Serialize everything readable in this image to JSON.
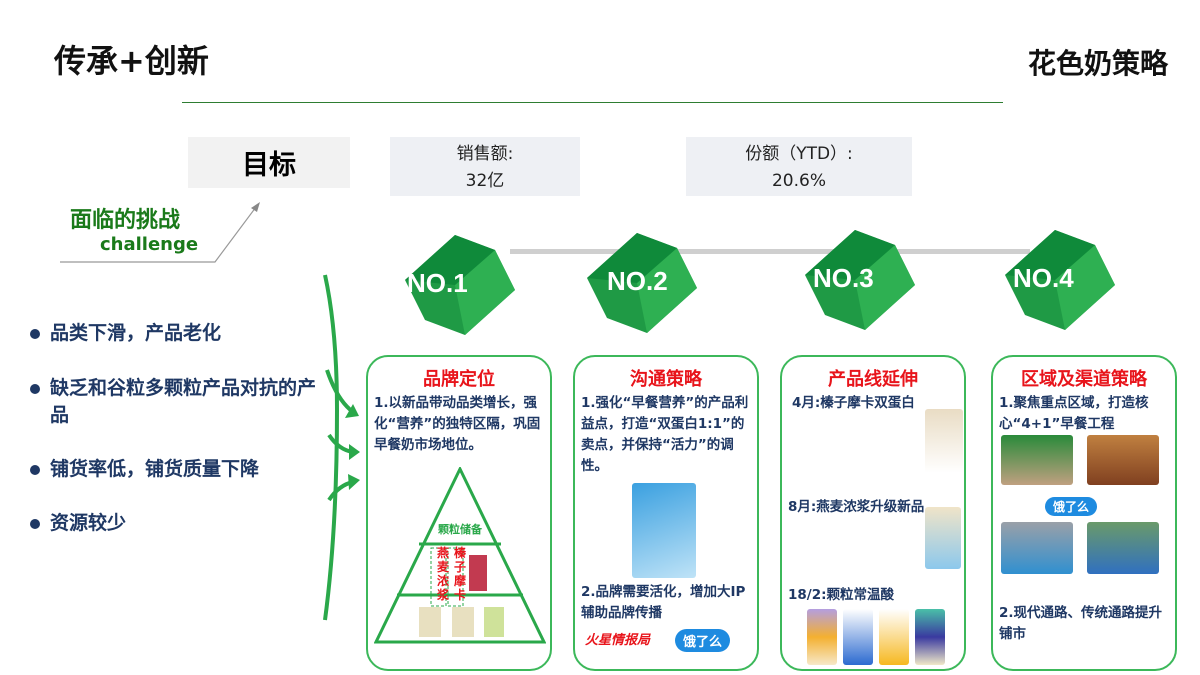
{
  "header": {
    "title": "传承+创新",
    "right_title": "花色奶策略"
  },
  "goal": {
    "label": "目标",
    "kpis": [
      {
        "label": "销售额:",
        "value": "32亿"
      },
      {
        "label": "份额（YTD）:",
        "value": "20.6%"
      }
    ]
  },
  "challenge": {
    "title": "面临的挑战",
    "subtitle": "challenge",
    "items": [
      "品类下滑，产品老化",
      "缺乏和谷粒多颗粒产品对抗的产品",
      "铺货率低，铺货质量下降",
      "资源较少"
    ]
  },
  "steps": [
    "NO.1",
    "NO.2",
    "NO.3",
    "NO.4"
  ],
  "colors": {
    "green": "#2aa84a",
    "red": "#e8141b",
    "navy": "#1f3864"
  },
  "cards": [
    {
      "title": "品牌定位",
      "text1": "1.以新品带动品类增长，强化“营养”的独特区隔，巩固早餐奶市场地位。",
      "pyramid_top": "颗粒储备",
      "pyramid_mid": [
        "燕麦浓浆",
        "榛子摩卡"
      ]
    },
    {
      "title": "沟通策略",
      "text1": "1.强化“早餐营养”的产品利益点，打造“双蛋白1:1”的卖点，并保持“活力”的调性。",
      "text2": "2.品牌需要活化，增加大IP辅助品牌传播",
      "logo1": "火星情报局",
      "logo2": "饿了么"
    },
    {
      "title": "产品线延伸",
      "text1": "4月:榛子摩卡双蛋白",
      "text2": "8月:燕麦浓浆升级新品",
      "text3": "18/2:颗粒常温酸"
    },
    {
      "title": "区域及渠道策略",
      "text1": "1.聚焦重点区域，打造核心“4+1”早餐工程",
      "logo": "饿了么",
      "text2": "2.现代通路、传统通路提升铺市"
    }
  ]
}
